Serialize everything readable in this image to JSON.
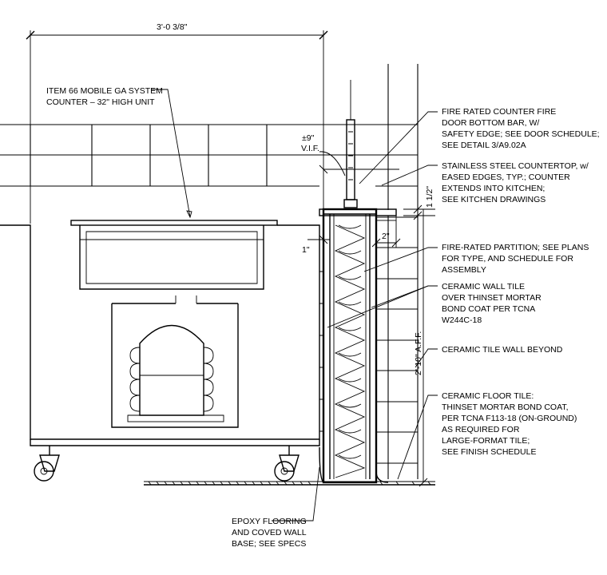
{
  "dimensions": {
    "overall_width": "3'-0 3/8\"",
    "height_vif_top": "±9\"",
    "height_vif_bottom": "V.I.F.",
    "countertop_thickness": "1 1/2\"",
    "offset_2in": "2\"",
    "offset_1in": "1\"",
    "partition_height": "2'-10\" A.F.F."
  },
  "notes": {
    "item66": [
      "ITEM 66 MOBILE GA SYSTEM",
      "COUNTER – 32\" HIGH UNIT"
    ],
    "fire_door": [
      "FIRE RATED COUNTER FIRE",
      "DOOR BOTTOM BAR, W/",
      "SAFETY EDGE; SEE DOOR SCHEDULE;",
      "SEE DETAIL 3/A9.02A"
    ],
    "countertop": [
      "STAINLESS STEEL COUNTERTOP, w/",
      "EASED EDGES, TYP.; COUNTER",
      "EXTENDS INTO KITCHEN;",
      "SEE KITCHEN DRAWINGS"
    ],
    "partition": [
      "FIRE-RATED PARTITION; SEE PLANS",
      "FOR TYPE, AND SCHEDULE FOR",
      "ASSEMBLY"
    ],
    "wall_tile": [
      "CERAMIC WALL TILE",
      "OVER THINSET MORTAR",
      "BOND COAT PER TCNA",
      "W244C-18"
    ],
    "tile_beyond": [
      "CERAMIC TILE WALL BEYOND"
    ],
    "floor_tile": [
      "CERAMIC FLOOR TILE:",
      "THINSET MORTAR BOND COAT,",
      "PER TCNA F113-18 (ON-GROUND)",
      "AS REQUIRED FOR",
      "LARGE-FORMAT TILE;",
      "SEE FINISH SCHEDULE"
    ],
    "epoxy": [
      "EPOXY FLOORING",
      "AND COVED WALL",
      "BASE; SEE SPECS"
    ]
  }
}
